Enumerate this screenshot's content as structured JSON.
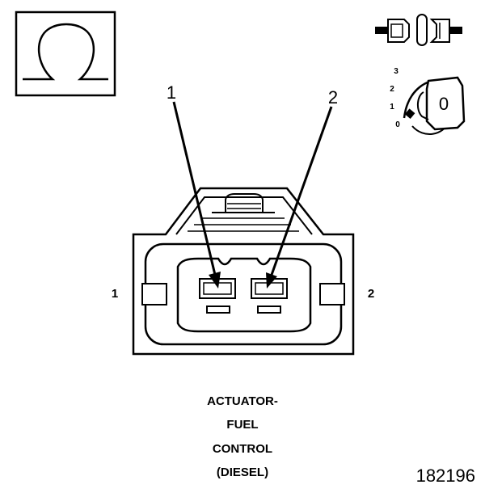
{
  "callouts": {
    "pointer_1": "1",
    "pointer_2": "2",
    "side_left": "1",
    "side_right": "2"
  },
  "ignition_key": {
    "positions": [
      "0",
      "1",
      "2",
      "3"
    ],
    "key_label": "0"
  },
  "caption": {
    "line1": "ACTUATOR-",
    "line2": "FUEL",
    "line3": "CONTROL",
    "line4": "(DIESEL)"
  },
  "figure_number": "182196"
}
